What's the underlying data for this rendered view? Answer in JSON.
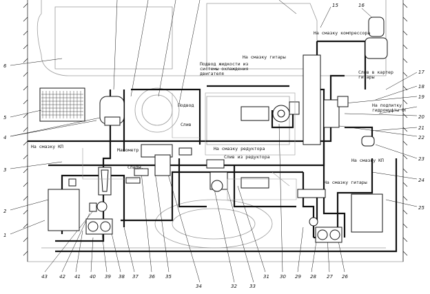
{
  "labels": {
    "lube_compressor": "На смазку компрессора",
    "lube_guitar_top": "На смазку гитары",
    "coolant_supply": "Подвод жидкости из системы охлаждения двигателя",
    "supply": "Подвод",
    "drain": "Слив",
    "drain_guitar": "Слив в картер гитары",
    "fan_clutch": "На подпитку гидромуфты ОГ",
    "lube_kp_left": "На смазку КП",
    "lube_reducer": "На смазку редуктора",
    "drain_reducer": "Слив из редуктора",
    "lube_kp_right": "На смазку КП",
    "lube_guitar_bottom": "На смазку гитары",
    "gauge_left": "Манометр",
    "gauge_small": "Спидм."
  },
  "callouts": {
    "n1": "1",
    "n2": "2",
    "n3": "3",
    "n4": "4",
    "n5": "5",
    "n6": "6",
    "n15": "15",
    "n16": "16",
    "n17": "17",
    "n18": "18",
    "n19": "19",
    "n20": "20",
    "n21": "21",
    "n22": "22",
    "n23": "23",
    "n24": "24",
    "n25": "25",
    "n26": "26",
    "n27": "27",
    "n28": "28",
    "n29": "29",
    "n30": "30",
    "n31": "31",
    "n32": "32",
    "n33": "33",
    "n34": "34",
    "n35": "35",
    "n36": "36",
    "n37": "37",
    "n38": "38",
    "n39": "39",
    "n40": "40",
    "n41": "41",
    "n42": "42",
    "n43": "43"
  },
  "colors": {
    "ink": "#111111",
    "pale": "#9a9a9a",
    "paper": "#ffffff"
  }
}
